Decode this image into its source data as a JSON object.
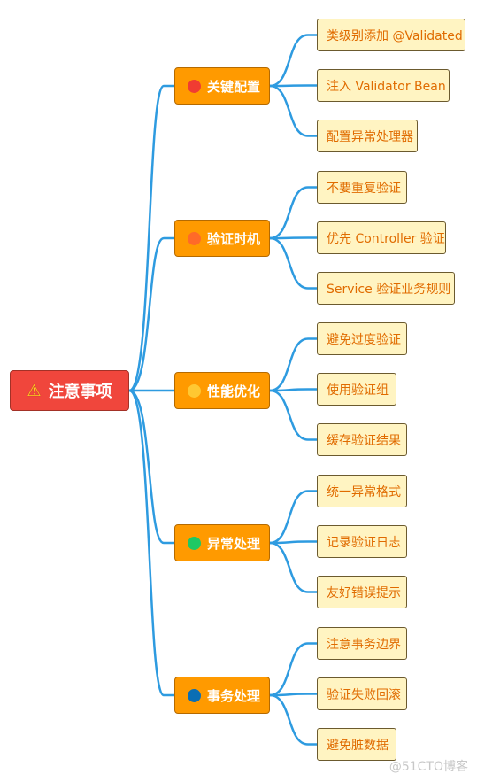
{
  "root": {
    "label": "注意事项",
    "icon": "warning-icon"
  },
  "colors": {
    "connector": "#2e9be0",
    "root_fill": "#f0463c",
    "branch_fill": "#ff9a00",
    "leaf_fill": "#fff4c2",
    "leaf_text": "#e06b00"
  },
  "branches": [
    {
      "label": "关键配置",
      "dot_color": "#f03c32",
      "children": [
        "类级别添加 @Validated",
        "注入 Validator Bean",
        "配置异常处理器"
      ]
    },
    {
      "label": "验证时机",
      "dot_color": "#ff6a28",
      "children": [
        "不要重复验证",
        "优先 Controller 验证",
        "Service 验证业务规则"
      ]
    },
    {
      "label": "性能优化",
      "dot_color": "#ffc832",
      "children": [
        "避免过度验证",
        "使用验证组",
        "缓存验证结果"
      ]
    },
    {
      "label": "异常处理",
      "dot_color": "#1ec864",
      "children": [
        "统一异常格式",
        "记录验证日志",
        "友好错误提示"
      ]
    },
    {
      "label": "事务处理",
      "dot_color": "#0a6eb4",
      "children": [
        "注意事务边界",
        "验证失败回滚",
        "避免脏数据"
      ]
    }
  ],
  "watermark": "@51CTO博客"
}
